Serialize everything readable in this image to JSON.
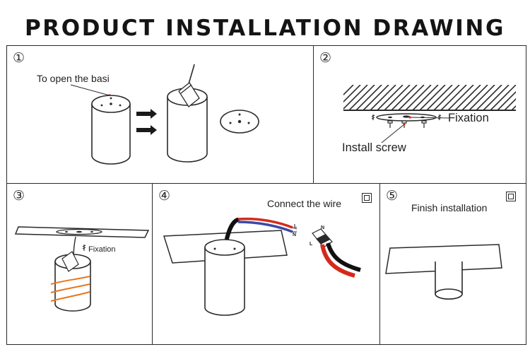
{
  "title": "PRODUCT INSTALLATION DRAWING",
  "steps": [
    {
      "number": "①",
      "labels": {
        "open": "To open the basi"
      }
    },
    {
      "number": "②",
      "labels": {
        "fixation": "Fixation",
        "screw": "Install screw"
      }
    },
    {
      "number": "③",
      "labels": {
        "fixation": "Fixation"
      }
    },
    {
      "number": "④",
      "labels": {
        "connect": "Connect the wire",
        "l1": "L",
        "n1": "N",
        "n2": "N",
        "l2": "L"
      }
    },
    {
      "number": "⑤",
      "labels": {
        "finish": "Finish installation"
      }
    }
  ],
  "colors": {
    "wire_red": "#d42a1c",
    "wire_blue": "#3a4aa8",
    "wire_black": "#111111",
    "wave_orange": "#e8761f",
    "outline": "#2a2a2a"
  }
}
